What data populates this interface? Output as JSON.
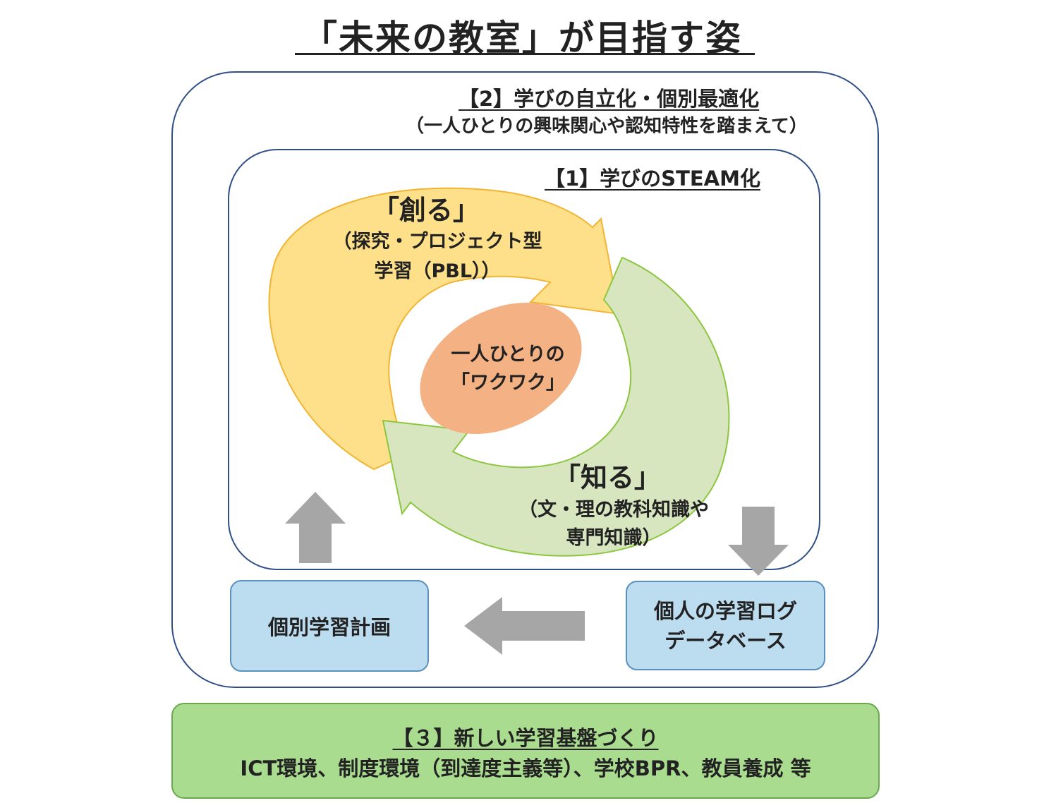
{
  "title": "「未来の教室」が目指す姿",
  "outer": {
    "heading": "【2】学びの自立化・個別最適化",
    "sub": "（一人ひとりの興味関心や認知特性を踏まえて）"
  },
  "inner": {
    "heading": "【1】学びのSTEAM化"
  },
  "create": {
    "title": "「創る」",
    "sub_line1": "（探究・プロジェクト型",
    "sub_line2": "学習（PBL））"
  },
  "center": {
    "line1": "一人ひとりの",
    "line2": "「ワクワク」"
  },
  "know": {
    "title": "「知る」",
    "sub_line1": "（文・理の教科知識や",
    "sub_line2": "専門知識）"
  },
  "plan_box": {
    "label": "個別学習計画"
  },
  "log_box": {
    "line1": "個人の学習ログ",
    "line2": "データベース"
  },
  "base": {
    "heading": "【３】新しい学習基盤づくり",
    "text": "ICT環境、制度環境（到達度主義等）、学校BPR、教員養成 等"
  },
  "colors": {
    "frame": "#2f4f86",
    "create_arrow": "#ffe08a",
    "know_arrow": "#d7e6bf",
    "center_oval": "#f4b183",
    "info_box": "#bcdcef",
    "base_box": "#a9dc8f",
    "gray_arrow": "#a6a6a6"
  }
}
